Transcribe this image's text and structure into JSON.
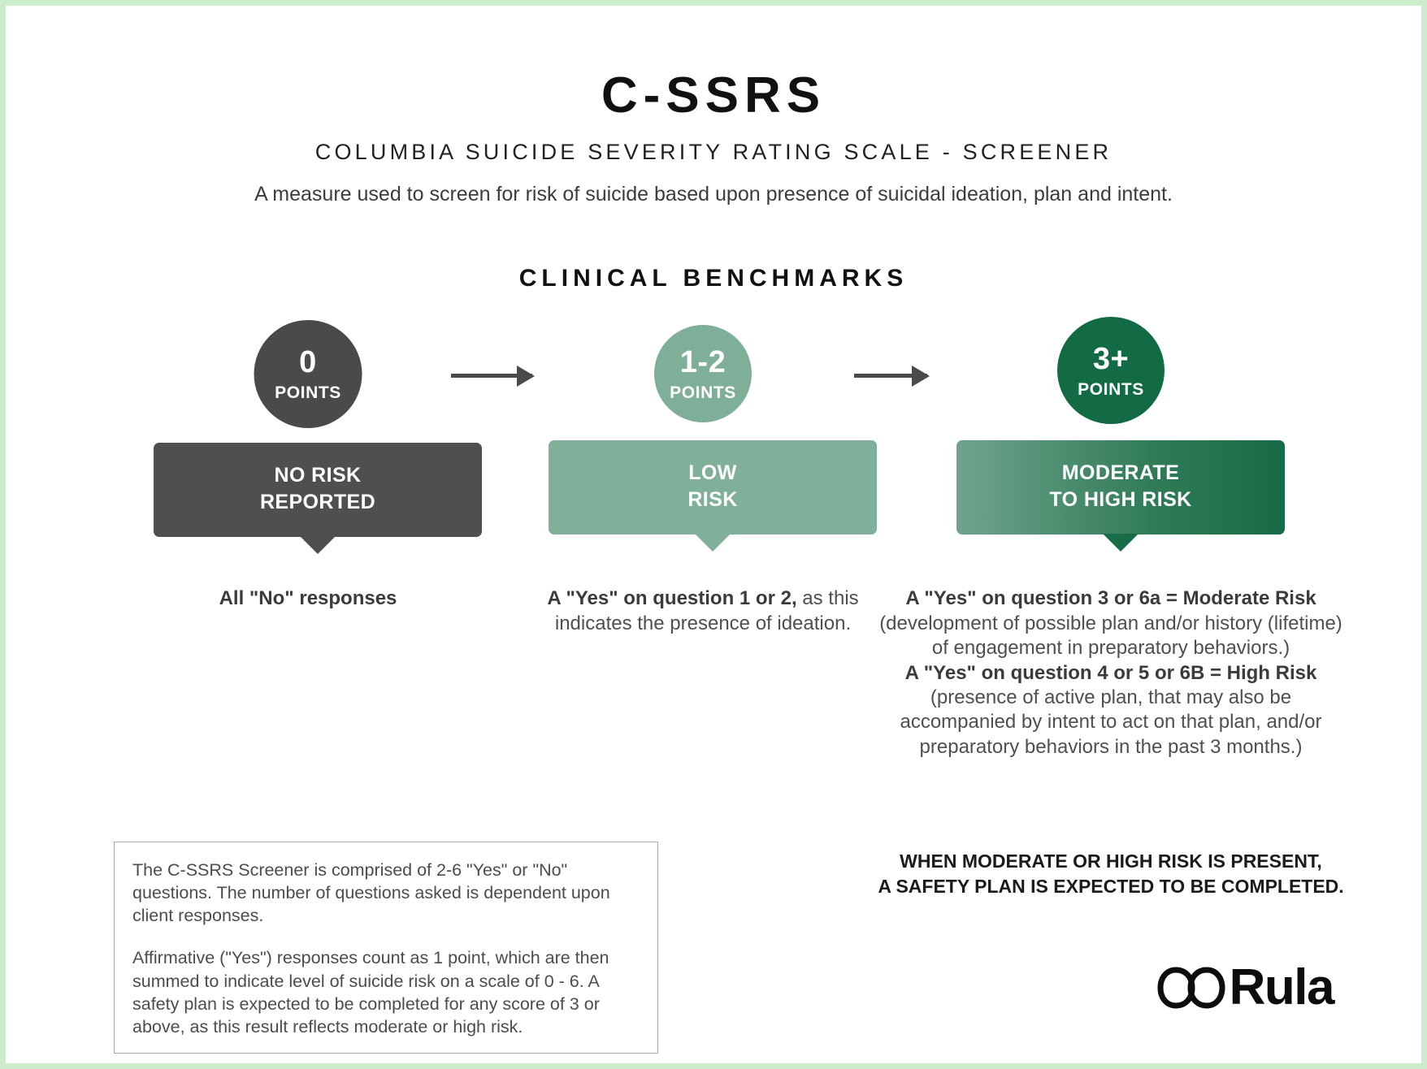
{
  "header": {
    "title": "C-SSRS",
    "subtitle": "COLUMBIA SUICIDE SEVERITY RATING SCALE - SCREENER",
    "tagline": "A measure used to screen for risk of suicide based upon presence of suicidal ideation, plan and intent."
  },
  "section": {
    "heading": "CLINICAL BENCHMARKS"
  },
  "colors": {
    "no_risk": "#4a4a48",
    "low_risk": "#7fae99",
    "high_risk": "#126b44",
    "banner_no_risk": "#4f4f4d",
    "banner_low_risk": "#80af9a",
    "banner_high_risk_start": "#6fa38d",
    "banner_high_risk_end": "#186b47",
    "page_border": "#cdeccd",
    "arrow": "#4a4a48"
  },
  "benchmarks": [
    {
      "points_value": "0",
      "points_label": "POINTS",
      "banner_line1": "NO RISK",
      "banner_line2": "REPORTED",
      "caption_bold": "All \"No\"\nresponses",
      "caption_light": ""
    },
    {
      "points_value": "1-2",
      "points_label": "POINTS",
      "banner_line1": "LOW",
      "banner_line2": "RISK",
      "caption_bold": "A \"Yes\" on question 1 or 2,",
      "caption_light": "as this indicates the presence of ideation."
    },
    {
      "points_value": "3+",
      "points_label": "POINTS",
      "banner_line1": "MODERATE",
      "banner_line2": "TO HIGH RISK",
      "caption_bold": "A \"Yes\" on  question 3 or 6a  = Moderate Risk",
      "caption_light": "(development of possible plan and/or history (lifetime) of engagement in preparatory behaviors.)",
      "caption_bold_2": "A \"Yes\" on question 4 or 5 or 6B = High Risk",
      "caption_light_2": "(presence of active plan, that may also be accompanied by intent to act on that plan, and/or preparatory behaviors in the past 3 months.)"
    }
  ],
  "info_box": {
    "paragraph_1": "The C-SSRS Screener is comprised of 2-6 \"Yes\" or \"No\" questions. The number of questions asked is dependent upon client responses.",
    "paragraph_2": "Affirmative (\"Yes\") responses count as 1 point, which are then summed to indicate level of suicide risk on a scale of 0 - 6. A safety plan is expected to be completed for any score of 3 or above, as this result reflects moderate or high risk."
  },
  "bottom_note": {
    "line_1": "WHEN MODERATE OR HIGH RISK IS PRESENT,",
    "line_2": "A SAFETY PLAN IS EXPECTED TO  BE COMPLETED."
  },
  "logo": {
    "text": "Rula"
  }
}
